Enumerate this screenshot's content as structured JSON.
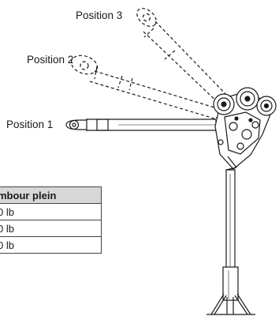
{
  "labels": {
    "position_1": "Position 1",
    "position_2": "Position 2",
    "position_3": "Position 3"
  },
  "table": {
    "header": "mbour plein",
    "rows": [
      "0 lb",
      "0 lb",
      "0 lb"
    ]
  },
  "colors": {
    "line": "#1a1a1a",
    "header_bg": "#d7d7d7"
  }
}
